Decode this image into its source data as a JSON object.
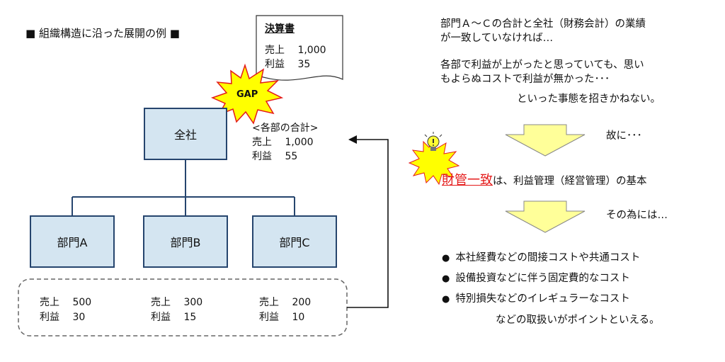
{
  "title": "■ 組織構造に沿った展開の例 ■",
  "statement": {
    "heading": "決算書",
    "sales_label": "売上",
    "sales_value": "1,000",
    "profit_label": "利益",
    "profit_value": "35"
  },
  "gap_label": "GAP",
  "company": {
    "label": "全社"
  },
  "sum": {
    "heading": "<各部の合計>",
    "sales_label": "売上",
    "sales_value": "1,000",
    "profit_label": "利益",
    "profit_value": "55"
  },
  "departments": [
    {
      "label": "部門A",
      "sales_label": "売上",
      "sales_value": "500",
      "profit_label": "利益",
      "profit_value": "30"
    },
    {
      "label": "部門B",
      "sales_label": "売上",
      "sales_value": "300",
      "profit_label": "利益",
      "profit_value": "15"
    },
    {
      "label": "部門C",
      "sales_label": "売上",
      "sales_value": "200",
      "profit_label": "利益",
      "profit_value": "10"
    }
  ],
  "right": {
    "line1": "部門Ａ～Ｃの合計と全社（財務会計）の業績",
    "line2": "が一致していなければ…",
    "line3": "各部で利益が上がったと思っていても、思い",
    "line4": "もよらぬコストで利益が無かった･･･",
    "line5": "といった事態を招きかねない。",
    "therefore": "故に･･･",
    "key_red": "財管一致",
    "key_rest": "は、利益管理（経営管理）の基本",
    "for_that": "その為には…",
    "bullets": [
      "本社経費などの間接コストや共通コスト",
      "設備投資などに伴う固定費的なコスト",
      "特別損失などのイレギュラーなコスト"
    ],
    "conclusion": "などの取扱いがポイントといえる。"
  },
  "colors": {
    "box_fill": "#d4e5f1",
    "box_border": "#26456e",
    "arrow_fill": "#ffff99",
    "burst_fill": "#ffff00",
    "burst_stroke": "#e41a1a",
    "accent_red": "#e41a1a"
  }
}
